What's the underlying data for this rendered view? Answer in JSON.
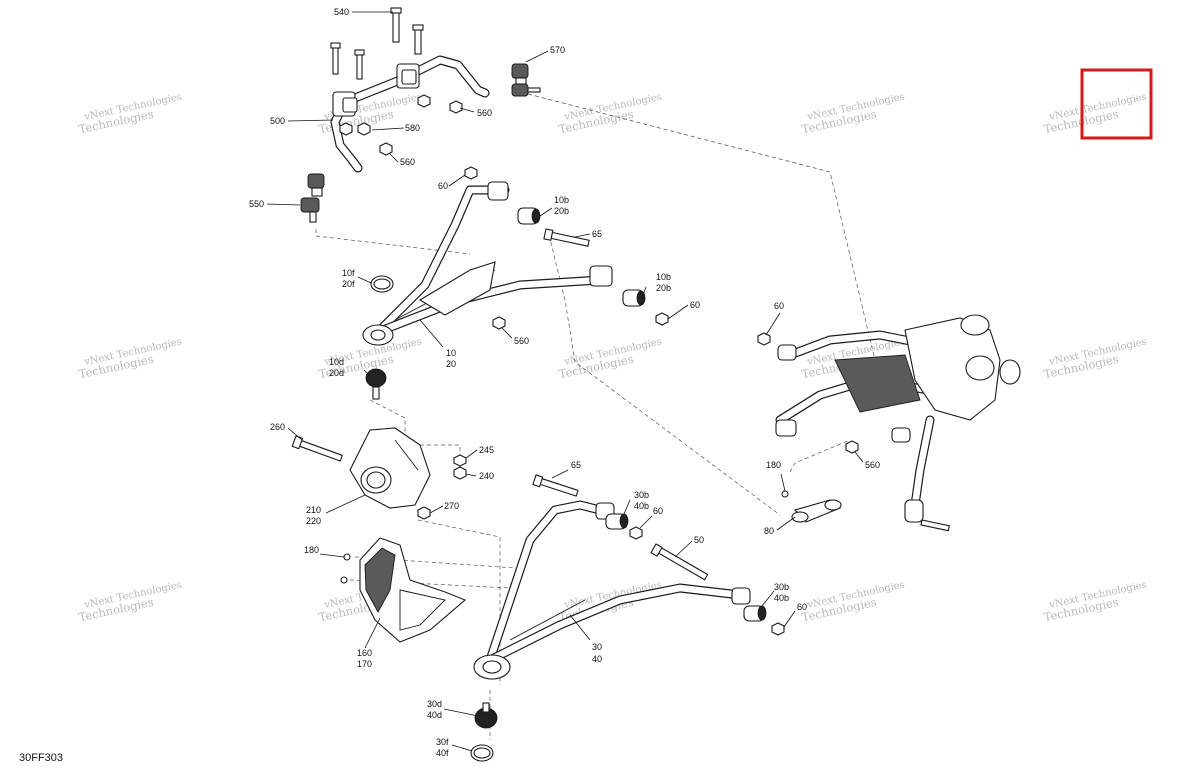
{
  "diagram_code": "30FF303",
  "watermark": {
    "line1": "vNext Technologies",
    "line2": "Technologies"
  },
  "callouts": [
    {
      "id": "c540",
      "text": "540"
    },
    {
      "id": "c570",
      "text": "570"
    },
    {
      "id": "c500",
      "text": "500"
    },
    {
      "id": "c580",
      "text": "580"
    },
    {
      "id": "c560a",
      "text": "560"
    },
    {
      "id": "c560b",
      "text": "560"
    },
    {
      "id": "c550",
      "text": "550"
    },
    {
      "id": "c60a",
      "text": "60"
    },
    {
      "id": "c10b_a",
      "text": "10b"
    },
    {
      "id": "c20b_a",
      "text": "20b"
    },
    {
      "id": "c65a",
      "text": "65"
    },
    {
      "id": "c10f",
      "text": "10f"
    },
    {
      "id": "c20f",
      "text": "20f"
    },
    {
      "id": "c10b_b",
      "text": "10b"
    },
    {
      "id": "c20b_b",
      "text": "20b"
    },
    {
      "id": "c60b",
      "text": "60"
    },
    {
      "id": "c560c",
      "text": "560"
    },
    {
      "id": "c10",
      "text": "10"
    },
    {
      "id": "c20",
      "text": "20"
    },
    {
      "id": "c10d",
      "text": "10d"
    },
    {
      "id": "c20d",
      "text": "20d"
    },
    {
      "id": "c60c",
      "text": "60"
    },
    {
      "id": "c560d",
      "text": "560"
    },
    {
      "id": "c260",
      "text": "260"
    },
    {
      "id": "c245",
      "text": "245"
    },
    {
      "id": "c240",
      "text": "240"
    },
    {
      "id": "c65b",
      "text": "65"
    },
    {
      "id": "c180a",
      "text": "180"
    },
    {
      "id": "c210",
      "text": "210"
    },
    {
      "id": "c220",
      "text": "220"
    },
    {
      "id": "c270",
      "text": "270"
    },
    {
      "id": "c30b_a",
      "text": "30b"
    },
    {
      "id": "c40b_a",
      "text": "40b"
    },
    {
      "id": "c60d",
      "text": "60"
    },
    {
      "id": "c80",
      "text": "80"
    },
    {
      "id": "c180b",
      "text": "180"
    },
    {
      "id": "c50",
      "text": "50"
    },
    {
      "id": "c30b_b",
      "text": "30b"
    },
    {
      "id": "c40b_b",
      "text": "40b"
    },
    {
      "id": "c60e",
      "text": "60"
    },
    {
      "id": "c160",
      "text": "160"
    },
    {
      "id": "c170",
      "text": "170"
    },
    {
      "id": "c30",
      "text": "30"
    },
    {
      "id": "c40",
      "text": "40"
    },
    {
      "id": "c30d",
      "text": "30d"
    },
    {
      "id": "c40d",
      "text": "40d"
    },
    {
      "id": "c30f",
      "text": "30f"
    },
    {
      "id": "c40f",
      "text": "40f"
    }
  ]
}
